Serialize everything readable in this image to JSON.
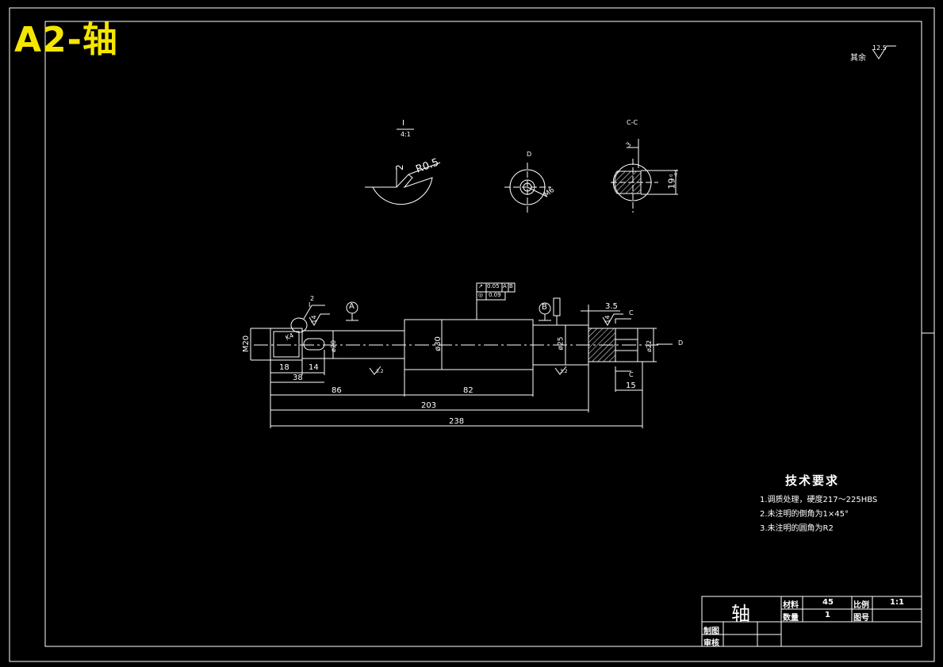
{
  "sheet": {
    "title": "A2-轴",
    "roughness_note": {
      "label": "其余",
      "value": "12.5"
    }
  },
  "views": {
    "detail_I": {
      "label": "I",
      "scale": "4:1",
      "radius": "R0.5",
      "depth": "2"
    },
    "section_D": {
      "label": "D",
      "dim": "M6"
    },
    "section_CC": {
      "label": "C-C",
      "width": "3",
      "height": "19",
      "tol": "0\n-0.1"
    }
  },
  "main_view": {
    "markers": {
      "A": "A",
      "B": "B",
      "C1": "C",
      "C2": "C",
      "D": "D"
    },
    "chamfer_label": "I",
    "chamfer_depth": "2",
    "keyway_width": "14",
    "keyway_width_right": "14",
    "thread": "M20",
    "diameters": {
      "d20": "ø20",
      "d30": "ø30",
      "d25": "ø25",
      "d22": "ø22"
    },
    "roughness": [
      "3.2",
      "3.2"
    ],
    "tolerance_frame": {
      "row1": [
        "↗",
        "0.05",
        "A",
        "B"
      ],
      "row2": [
        "◎",
        "0.09"
      ]
    },
    "dims": {
      "d18": "18",
      "d14": "14",
      "d38": "38",
      "d86": "86",
      "d82": "82",
      "d203": "203",
      "d238": "238",
      "d3_5": "3.5",
      "d15": "15",
      "kw": "K4"
    }
  },
  "tech_req": {
    "heading": "技术要求",
    "items": [
      "1.调质处理，硬度217～225HBS",
      "2.未注明的倒角为1×45°",
      "3.未注明的圆角为R2"
    ]
  },
  "title_block": {
    "part_name": "轴",
    "material_label": "材料",
    "material_value": "45",
    "scale_label": "比例",
    "scale_value": "1:1",
    "qty_label": "数量",
    "qty_value": "1",
    "drawing_no_label": "图号",
    "drawing_no_value": "",
    "drawn_label": "制图",
    "check_label": "审核"
  },
  "colors": {
    "background": "#000000",
    "line": "#ffffff",
    "title": "#f5e600"
  }
}
